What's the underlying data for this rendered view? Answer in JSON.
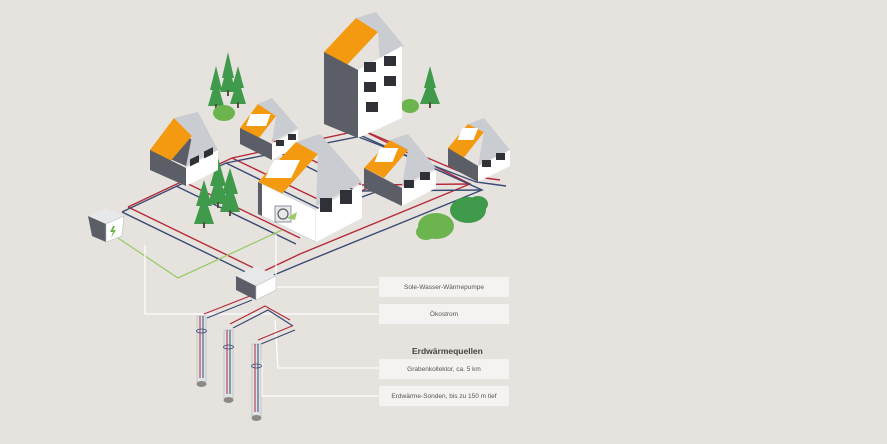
{
  "labels": {
    "heat_pump": "Sole-Wasser-Wärmepumpe",
    "green_power": "Ökostrom",
    "heat_sources_heading": "Erdwärmequellen",
    "trench_collector": "Grabenkollektor, ca. 5 km",
    "probes": "Erdwärme-Sonden, bis zu 150 m tief"
  },
  "colors": {
    "background": "#e6e3de",
    "roof": "#f39a10",
    "wall": "#ffffff",
    "wall_dark": "#5b5e66",
    "pipe_red": "#b52a3a",
    "pipe_blue": "#3a4a74",
    "power_line": "#9acb6b",
    "tree": "#3f9a4b",
    "bush": "#6cb44d"
  }
}
